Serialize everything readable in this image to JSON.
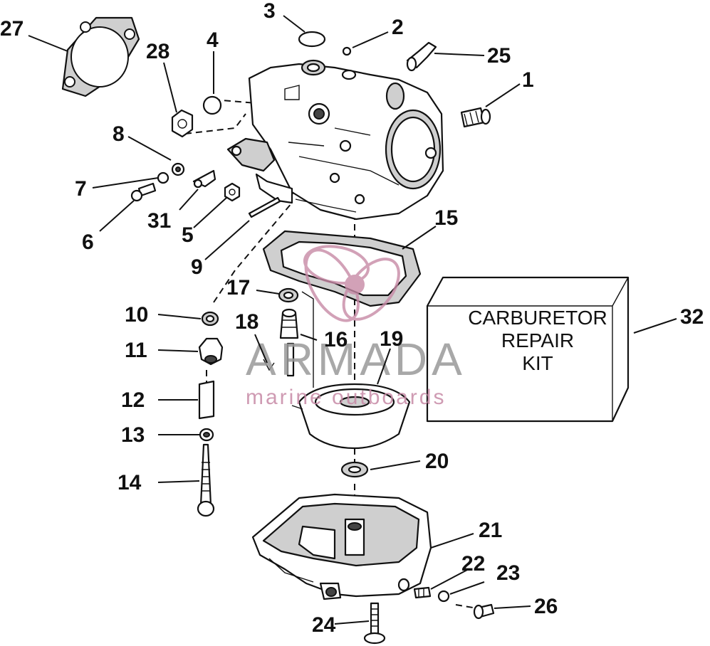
{
  "callouts": {
    "n1": "1",
    "n2": "2",
    "n3": "3",
    "n4": "4",
    "n5": "5",
    "n6": "6",
    "n7": "7",
    "n8": "8",
    "n9": "9",
    "n10": "10",
    "n11": "11",
    "n12": "12",
    "n13": "13",
    "n14": "14",
    "n15": "15",
    "n16": "16",
    "n17": "17",
    "n18": "18",
    "n19": "19",
    "n20": "20",
    "n21": "21",
    "n22": "22",
    "n23": "23",
    "n24": "24",
    "n25": "25",
    "n26": "26",
    "n27": "27",
    "n28": "28",
    "n31": "31",
    "n32": "32"
  },
  "kit": {
    "line1": "CARBURETOR",
    "line2": "REPAIR",
    "line3": "KIT"
  },
  "watermark": {
    "brand": "ARMADA",
    "tagline": "marine outboards",
    "color": "#c78aa6"
  }
}
